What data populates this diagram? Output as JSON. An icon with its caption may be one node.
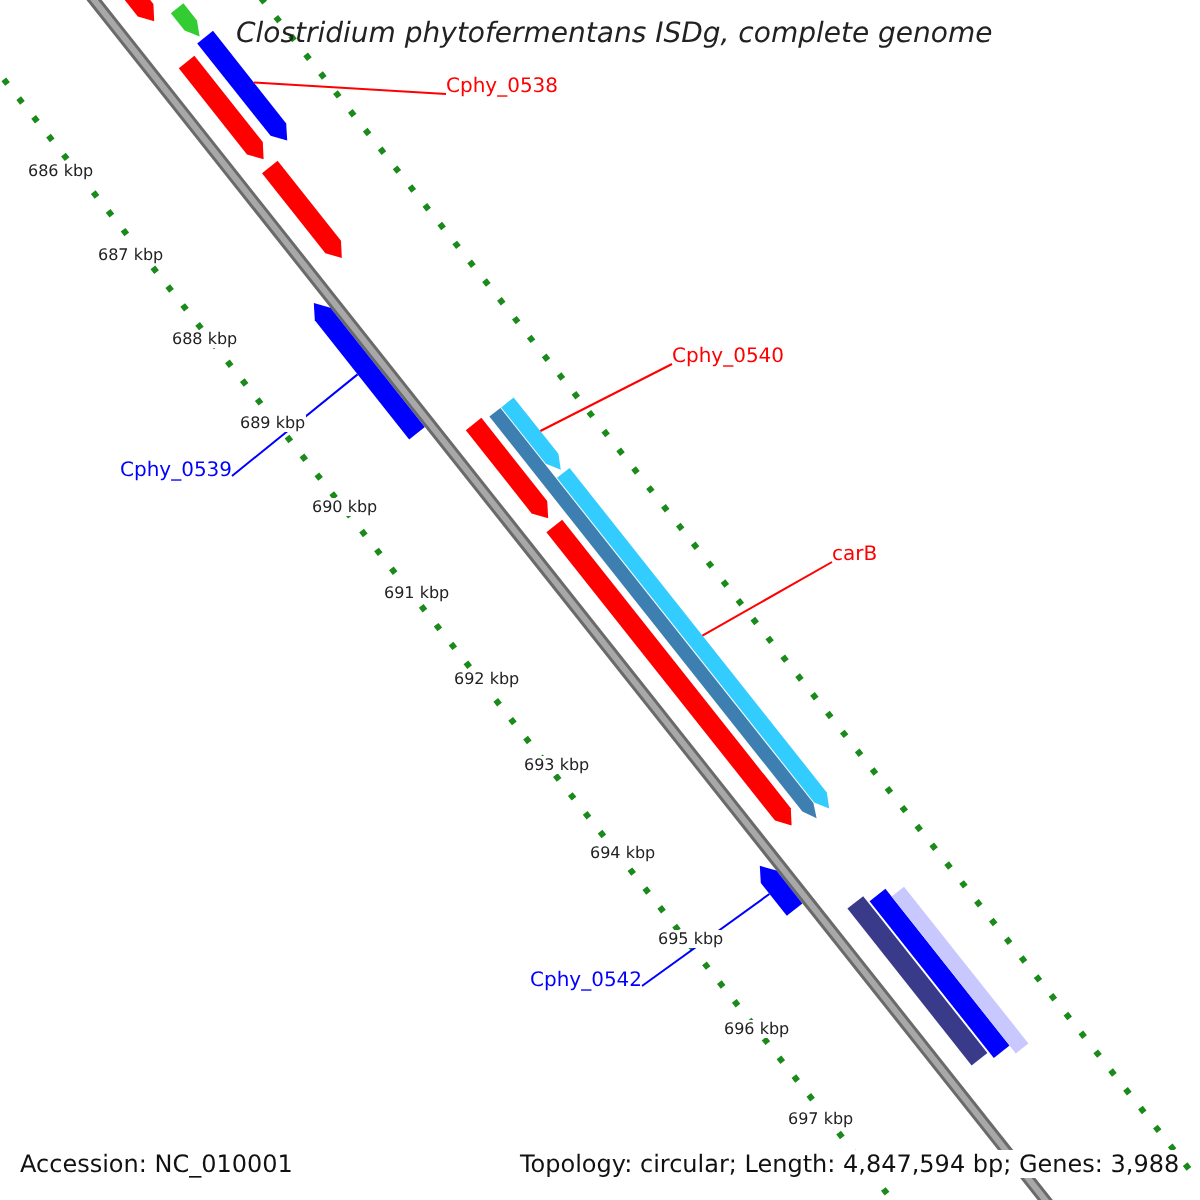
{
  "diagram": {
    "title": "Clostridium phytofermentans ISDg, complete genome",
    "nodes": [
      {
        "text": [
          "Cphy_0538"
        ]
      },
      {
        "text": [
          "Cphy_0540"
        ]
      },
      {
        "text": [
          "Cphy_0539"
        ]
      },
      {
        "text": [
          "carB"
        ]
      },
      {
        "text": [
          "Cphy_0542"
        ]
      },
      {
        "text": [],
        "shape": "bar"
      },
      {
        "text": [],
        "shape": "bar"
      },
      {
        "text": [],
        "shape": "bar"
      },
      {
        "text": [],
        "shape": "bar"
      },
      {
        "text": [],
        "shape": "bar"
      },
      {
        "text": [],
        "shape": "bar"
      },
      {
        "text": [],
        "shape": "bar"
      },
      {
        "text": [],
        "shape": "bar"
      },
      {
        "text": [],
        "shape": "bar"
      },
      {
        "text": [],
        "shape": "bar"
      },
      {
        "text": [],
        "shape": "bar"
      },
      {
        "text": [],
        "shape": "bar"
      },
      {
        "text": [],
        "shape": "bar"
      },
      {
        "text": [],
        "shape": "bar"
      },
      {
        "text": [],
        "shape": "bar"
      }
    ],
    "edges": [
      {
        "from": 0,
        "to": 7,
        "arrow": "none"
      },
      {
        "from": 1,
        "to": 13,
        "arrow": "none"
      },
      {
        "from": 2,
        "to": 10,
        "arrow": "none",
        "color": "#0000ff"
      },
      {
        "from": 3,
        "to": 14,
        "arrow": "none"
      },
      {
        "from": 4,
        "to": 16,
        "arrow": "none",
        "color": "#0000ff"
      }
    ],
    "labels": [
      "686 kbp",
      "687 kbp",
      "688 kbp",
      "689 kbp",
      "690 kbp",
      "691 kbp",
      "692 kbp",
      "693 kbp",
      "694 kbp",
      "695 kbp",
      "696 kbp",
      "697 kbp",
      "Accession: NC_010001",
      "Topology: circular; Length: 4,847,594 bp; Genes: 3,988"
    ]
  }
}
